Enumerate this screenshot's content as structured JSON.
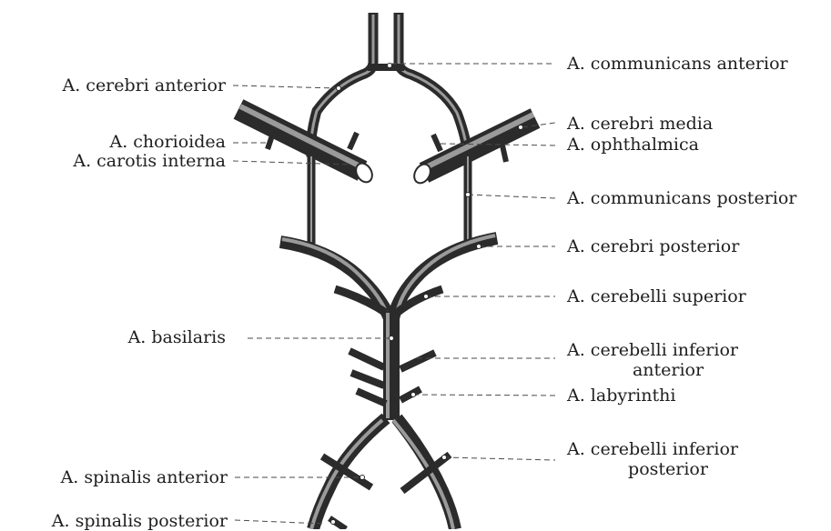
{
  "labels": {
    "communicans_anterior": "A. communicans anterior",
    "cerebri_anterior": "A. cerebri anterior",
    "cerebri_media": "A. cerebri media",
    "chorioidea": "A. chorioidea",
    "ophthalmica": "A. ophthalmica",
    "carotis_interna": "A. carotis interna",
    "communicans_posterior": "A. communicans posterior",
    "cerebri_posterior": "A. cerebri posterior",
    "cerebelli_superior": "A. cerebelli superior",
    "basilaris": "A. basilaris",
    "cerebelli_inferior_anterior_1": "A. cerebelli inferior",
    "cerebelli_inferior_anterior_2": "anterior",
    "labyrinthi": "A. labyrinthi",
    "cerebelli_inferior_posterior_1": "A. cerebelli inferior",
    "cerebelli_inferior_posterior_2": "posterior",
    "spinalis_anterior": "A. spinalis anterior",
    "spinalis_posterior": "A. spinalis posterior"
  }
}
